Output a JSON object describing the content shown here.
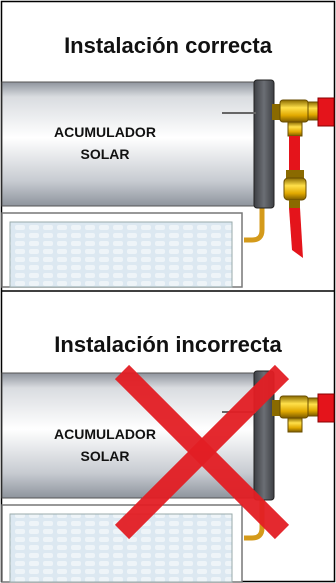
{
  "panels": [
    {
      "title": "Instalación correcta",
      "tank_label_line1": "ACUMULADOR",
      "tank_label_line2": "SOLAR",
      "crossed_out": false
    },
    {
      "title": "Instalación incorrecta",
      "tank_label_line1": "ACUMULADOR",
      "tank_label_line2": "SOLAR",
      "crossed_out": true
    }
  ],
  "colors": {
    "frame": "#000000",
    "tank_light": "#ffffff",
    "tank_shade": "#9ca3ae",
    "end_cap": "#5a5d63",
    "valve": "#f2c200",
    "pipe_red": "#e4141b",
    "cross_red": "#e31e24",
    "collector_fill": "#cfe0ec",
    "copper_pipe": "#d49a1a"
  }
}
